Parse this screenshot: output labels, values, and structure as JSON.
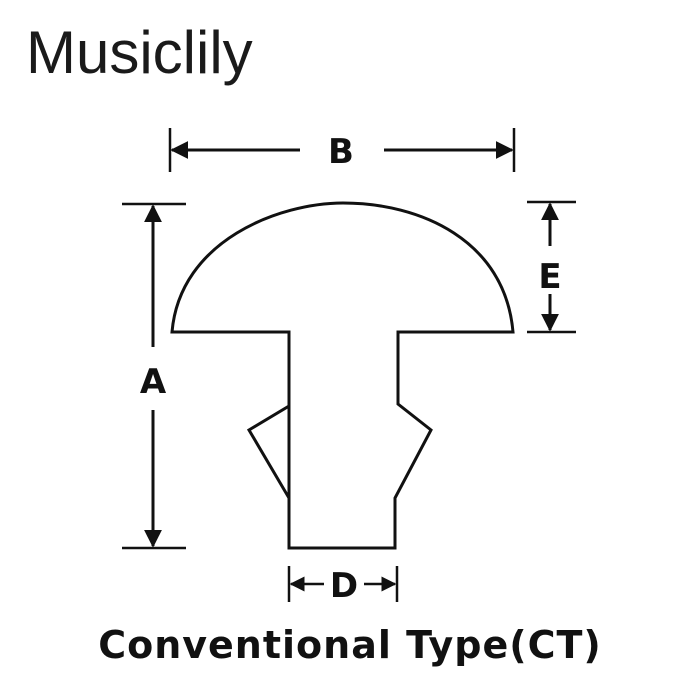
{
  "brand": "Musiclily",
  "caption": "Conventional Type(CT)",
  "dimensions": {
    "a": "A",
    "b": "B",
    "d": "D",
    "e": "E"
  },
  "colors": {
    "line": "#111111",
    "background": "#ffffff"
  }
}
